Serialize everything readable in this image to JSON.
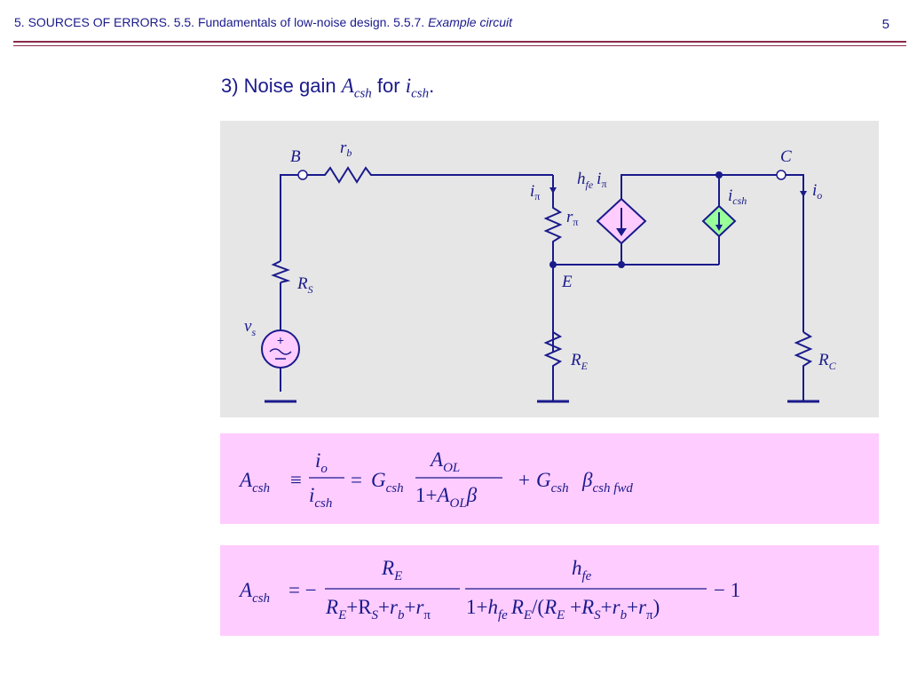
{
  "header": {
    "breadcrumb": "5. SOURCES OF ERRORS. 5.5. Fundamentals of low-noise design. 5.5.7.",
    "section": "Example circuit",
    "page_number": "5"
  },
  "title": {
    "prefix": "3) Noise gain ",
    "gain_sym": "A",
    "gain_sub": "csh",
    "middle": " for ",
    "cur_sym": "i",
    "cur_sub": "csh",
    "suffix": "."
  },
  "circuit": {
    "node_b": "B",
    "node_c": "C",
    "node_e": "E",
    "rb": "r",
    "rb_sub": "b",
    "rs": "R",
    "rs_sub": "S",
    "vs": "v",
    "vs_sub": "s",
    "ipi": "i",
    "ipi_sub": "π",
    "rpi": "r",
    "rpi_sub": "π",
    "hfe": "h",
    "hfe_sub": "fe",
    "hfe_i": "i",
    "hfe_i_sub": "π",
    "icsh": "i",
    "icsh_sub": "csh",
    "io": "i",
    "io_sub": "o",
    "re": "R",
    "re_sub": "E",
    "rc": "R",
    "rc_sub": "C",
    "colors": {
      "wire": "#1a1a8c",
      "pink_source": "#ffccff",
      "green_source": "#99ff99",
      "panel": "#e6e6e6"
    }
  },
  "eq1": {
    "lhs": "A",
    "lhs_sub": "csh",
    "equiv": "≡",
    "num": "i",
    "num_sub": "o",
    "den": "i",
    "den_sub": "csh",
    "eq": "=",
    "g": "G",
    "g_sub": "csh",
    "aol_num": "A",
    "aol_num_sub": "OL",
    "aol_den_pre": "1+",
    "aol_den_a": "A",
    "aol_den_sub": "OL",
    "aol_den_beta": "β",
    "plus": "+",
    "g2": "G",
    "g2_sub": "csh",
    "beta": "β",
    "beta_sub": "csh fwd"
  },
  "eq2": {
    "lhs": "A",
    "lhs_sub": "csh",
    "eq": "= −",
    "num1": "R",
    "num1_sub": "E",
    "den1": "R",
    "den1_sub": "E",
    "num2": "h",
    "num2_sub": "fe",
    "minus_one": "− 1"
  }
}
